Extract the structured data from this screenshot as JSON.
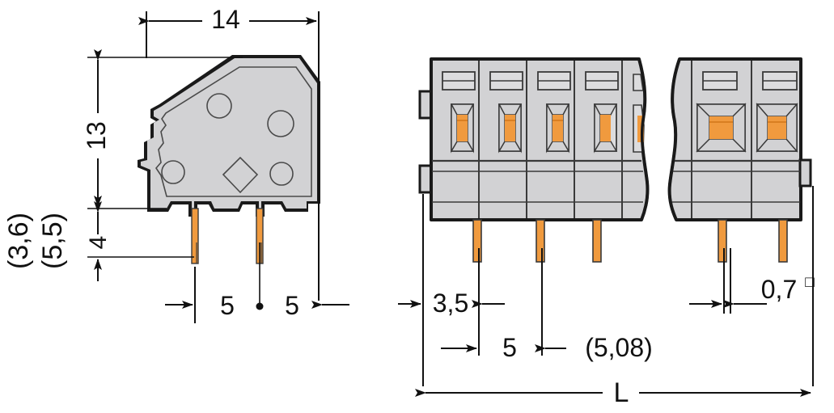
{
  "drawing": {
    "title": "PCB terminal block technical drawing",
    "colors": {
      "body_gray": "#d2d2d4",
      "body_gray_light": "#dcdcde",
      "body_gray_dark": "#c4c4c6",
      "outline": "#1a1a1a",
      "inner_line": "#3a3a3a",
      "pin_orange": "#f09a3e",
      "pin_orange_dark": "#d97f22",
      "dimension": "#111111",
      "background": "#ffffff"
    },
    "views": {
      "side_view": {
        "name": "side-profile-view",
        "pin_count": 2
      },
      "front_view_left": {
        "name": "front-view-left-module-group",
        "pole_count": 3,
        "pin_count": 3
      },
      "front_view_right": {
        "name": "front-view-right-module-group",
        "pole_count": 2,
        "pin_count": 2
      }
    }
  },
  "dimensions": {
    "width_top": "14",
    "height_left": "13",
    "pin_length": "4",
    "tolerance_a": "(3,6)",
    "tolerance_b": "(5,5)",
    "pitch_left_a": "5",
    "pitch_left_b": "5",
    "edge_offset": "3,5",
    "pitch_front": "5",
    "pitch_alt": "(5,08)",
    "pin_thickness": "0,7",
    "pin_thickness_symbol": "□",
    "total_length": "L"
  }
}
